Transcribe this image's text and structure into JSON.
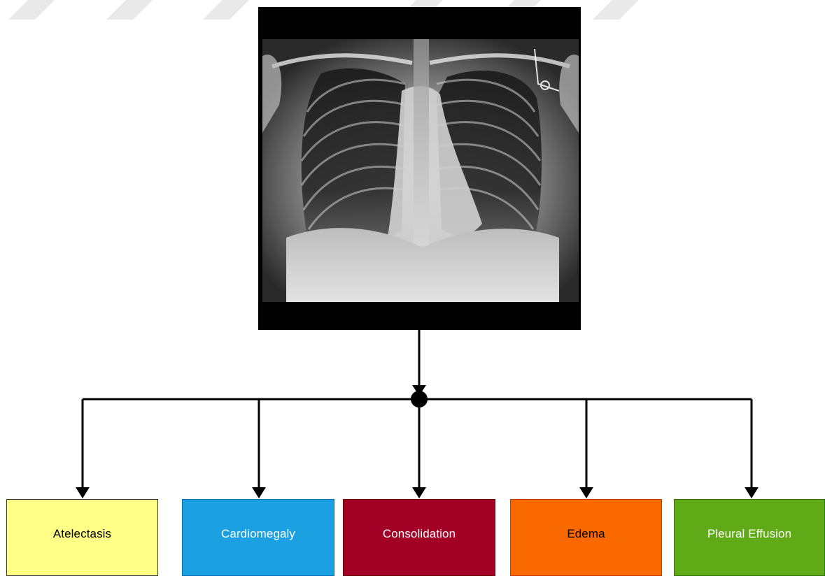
{
  "diagram": {
    "source_image": {
      "description_icon": "chest-xray-image"
    },
    "junction_icon": "junction-dot",
    "labels": [
      {
        "text": "Atelectasis",
        "fill": "#ffff88",
        "border": "#36393d",
        "text_color": "#000000"
      },
      {
        "text": "Cardiomegaly",
        "fill": "#1ba1e2",
        "border": "#006eaf",
        "text_color": "#ffffff"
      },
      {
        "text": "Consolidation",
        "fill": "#a20025",
        "border": "#6f0000",
        "text_color": "#ffffff"
      },
      {
        "text": "Edema",
        "fill": "#fa6800",
        "border": "#c73500",
        "text_color": "#000000"
      },
      {
        "text": "Pleural Effusion",
        "fill": "#60a917",
        "border": "#2d7600",
        "text_color": "#ffffff"
      }
    ],
    "line_color": "#000000"
  }
}
